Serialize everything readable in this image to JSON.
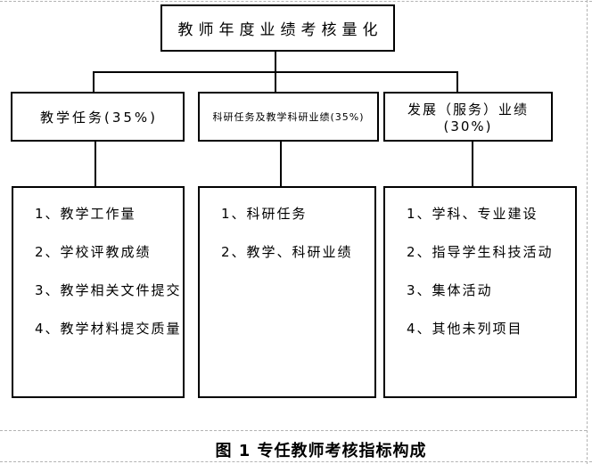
{
  "figure": {
    "root": {
      "label": "教师年度业绩考核量化"
    },
    "branches": [
      {
        "header": "教学任务(35%)",
        "items": [
          "1、教学工作量",
          "2、学校评教成绩",
          "3、教学相关文件提交",
          "4、教学材料提交质量"
        ]
      },
      {
        "header": "科研任务及教学科研业绩(35%)",
        "items": [
          "1、科研任务",
          "2、教学、科研业绩"
        ]
      },
      {
        "header": "发展（服务）业绩(30%)",
        "items": [
          "1、学科、专业建设",
          "2、指导学生科技活动",
          "3、集体活动",
          "4、其他未列项目"
        ]
      }
    ],
    "caption": "图 1  专任教师考核指标构成"
  },
  "colors": {
    "border": "#000000",
    "text": "#000000",
    "page_boundary": "#b3b3b3",
    "background": "#ffffff"
  }
}
